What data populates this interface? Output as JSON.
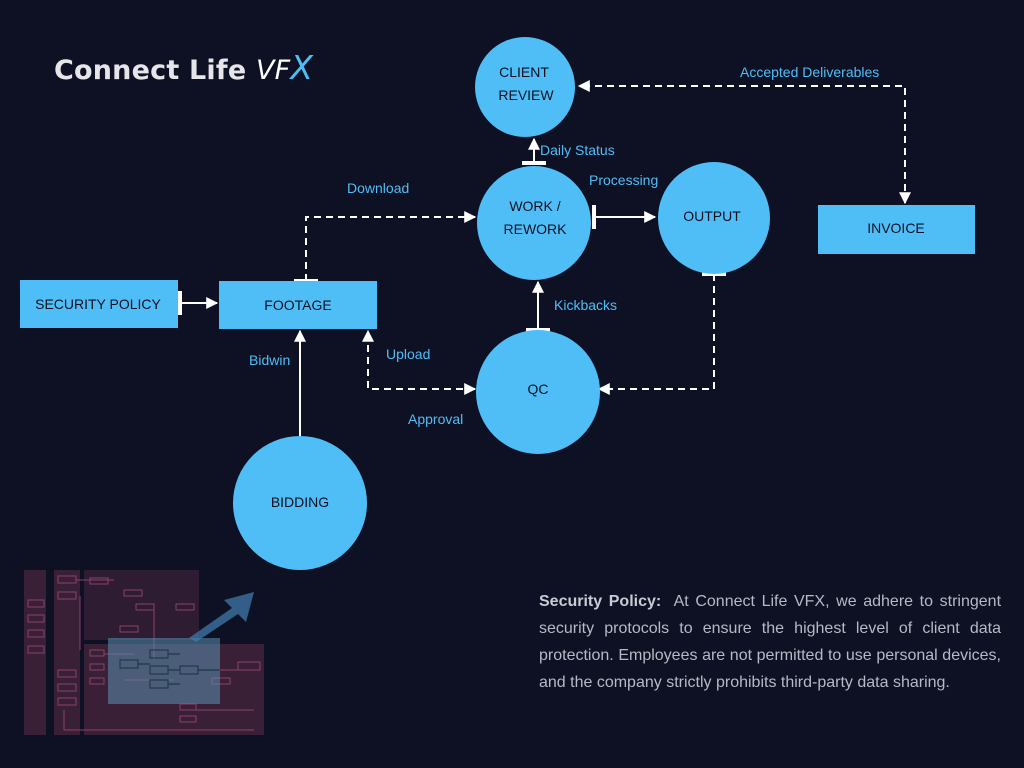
{
  "logo": {
    "main": "Connect Life",
    "vfx_prefix": "VF",
    "vfx_x": "X"
  },
  "colors": {
    "background": "#0e1024",
    "node": "#4fbef6",
    "text_accent": "#4fbef6",
    "edge": "#ffffff"
  },
  "nodes": {
    "client_review": [
      "CLIENT",
      "REVIEW"
    ],
    "work_rework": [
      "WORK /",
      "REWORK"
    ],
    "output": "OUTPUT",
    "invoice": "INVOICE",
    "security_policy": "SECURITY POLICY",
    "footage": "FOOTAGE",
    "qc": "QC",
    "bidding": "BIDDING"
  },
  "edges": {
    "accepted_deliverables": "Accepted Deliverables",
    "daily_status": "Daily Status",
    "processing": "Processing",
    "download": "Download",
    "kickbacks": "Kickbacks",
    "upload": "Upload",
    "approval": "Approval",
    "bidwin": "Bidwin"
  },
  "policy": {
    "title": "Security Policy:",
    "body": "At Connect Life VFX, we adhere to stringent security protocols to ensure the highest level of client data protection. Employees are not permitted to use personal devices, and the company strictly prohibits third-party data sharing."
  }
}
